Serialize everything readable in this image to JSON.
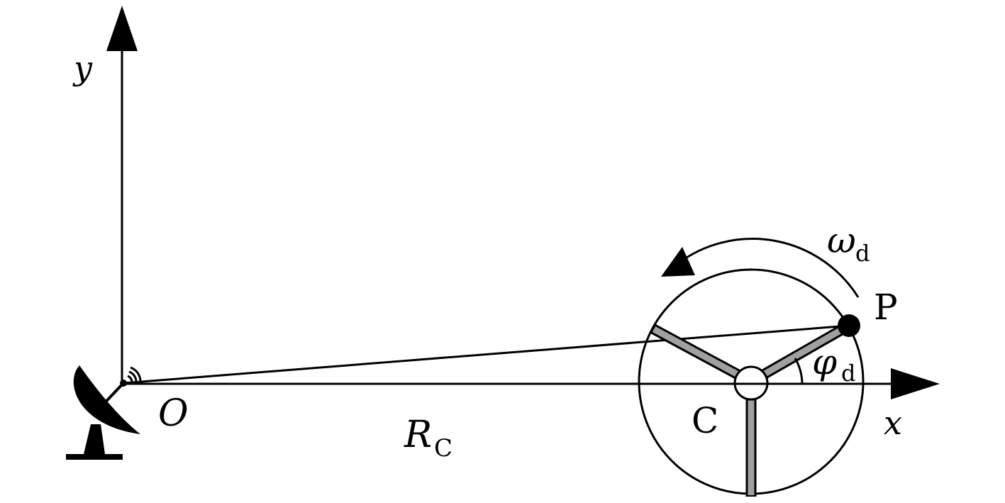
{
  "labels": {
    "y_axis": "y",
    "x_axis": "x",
    "origin": "O",
    "radius_main": "R",
    "radius_sub": "C",
    "center": "C",
    "point": "P",
    "omega_main": "ω",
    "omega_sub": "d",
    "phi_main": "φ",
    "phi_sub": "d"
  },
  "icons": {
    "antenna": "satellite-dish-icon"
  },
  "colors": {
    "line": "#000000",
    "spoke": "#a0a0a0",
    "background": "#ffffff"
  }
}
